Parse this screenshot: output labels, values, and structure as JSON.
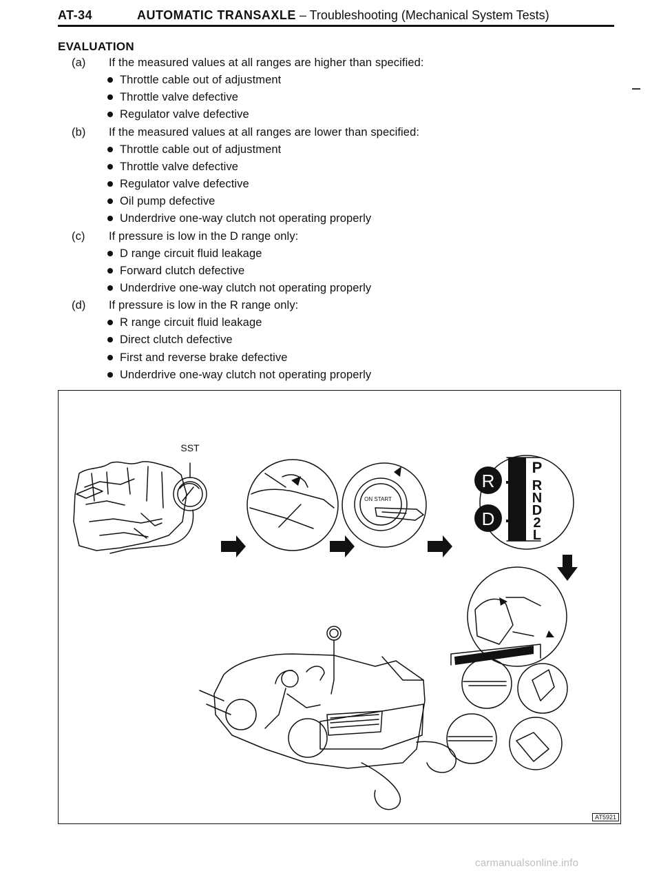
{
  "header": {
    "page_number": "AT-34",
    "title_bold": "AUTOMATIC TRANSAXLE",
    "title_rest": " – Troubleshooting (Mechanical System Tests)"
  },
  "evaluation": {
    "heading": "EVALUATION",
    "sections": [
      {
        "label": "(a)",
        "text": "If the measured values at all ranges are higher than specified:",
        "bullets": [
          "Throttle cable out of adjustment",
          "Throttle valve defective",
          "Regulator valve defective"
        ]
      },
      {
        "label": "(b)",
        "text": "If the measured values at all ranges are lower than specified:",
        "bullets": [
          "Throttle cable out of adjustment",
          "Throttle valve defective",
          "Regulator valve defective",
          "Oil pump defective",
          "Underdrive one-way clutch not operating properly"
        ]
      },
      {
        "label": "(c)",
        "text": "If pressure is low in the D range only:",
        "bullets": [
          "D range circuit fluid leakage",
          "Forward clutch defective",
          "Underdrive one-way clutch not operating properly"
        ]
      },
      {
        "label": "(d)",
        "text": "If pressure is low in the R range only:",
        "bullets": [
          "R range circuit fluid leakage",
          "Direct clutch defective",
          "First and reverse brake defective",
          "Underdrive one-way clutch not operating properly"
        ]
      }
    ]
  },
  "figure": {
    "sst_label": "SST",
    "ignition_label": "ON START",
    "range_badges": [
      "R",
      "D"
    ],
    "shift_positions": [
      "P",
      "R",
      "N",
      "D",
      "2",
      "L"
    ],
    "figure_code": "AT5921"
  },
  "watermark": "carmanualsonline.info"
}
